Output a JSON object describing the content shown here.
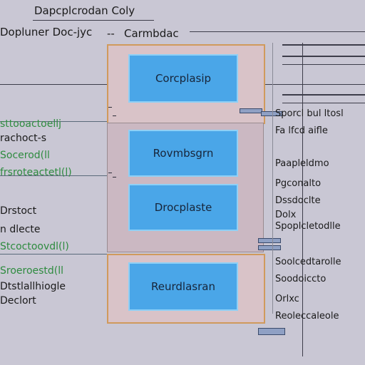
{
  "header": {
    "title": "Dapcplcrodan Coly",
    "left_heading": "Dopluner Doc-jyc",
    "dash": "--",
    "mid_heading": "Carmbdac"
  },
  "boxes": [
    {
      "label": "Corcplasip"
    },
    {
      "label": "Rovmbsgrn"
    },
    {
      "label": "Drocplaste"
    },
    {
      "label": "Reurdlasran"
    }
  ],
  "left_labels": [
    {
      "text": "sttooactoellj"
    },
    {
      "text": "rachoct-s"
    },
    {
      "text": "Socerod(ll"
    },
    {
      "text": "frsroteactetl(l)"
    },
    {
      "text": "Drstoct"
    },
    {
      "text": "n dlecte"
    },
    {
      "text": "Stcoctoovdl(l)"
    },
    {
      "text": "Sroeroestd(ll"
    },
    {
      "text": "Dtstlallhiogle"
    },
    {
      "text": "Declort"
    }
  ],
  "right_items": [
    {
      "text": "Sporcl bul ltosl"
    },
    {
      "text": "Fa lfcd aifle"
    },
    {
      "text": "Paapleldmo"
    },
    {
      "text": "Pgconalto"
    },
    {
      "text": "Dssdoclte"
    },
    {
      "text": "Dolx"
    },
    {
      "text": "Spoplcletodlle"
    },
    {
      "text": "Soolcedtarolle"
    },
    {
      "text": "Soodoiccto"
    },
    {
      "text": "Orlxc"
    },
    {
      "text": "Reoleccaleole"
    }
  ]
}
